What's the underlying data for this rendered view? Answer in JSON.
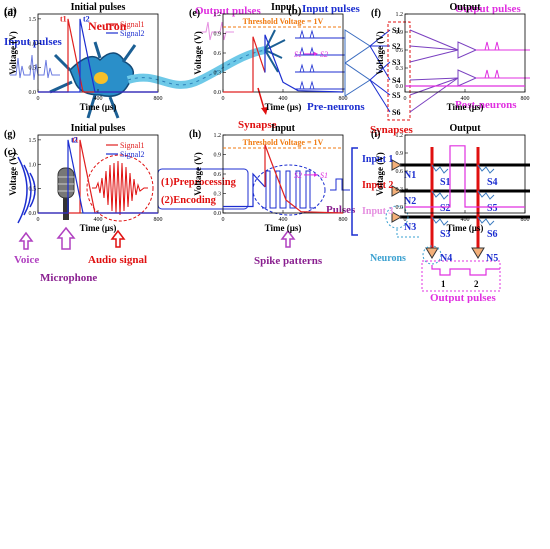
{
  "panel_a": {
    "label": "(a)",
    "input_pulses": "Input pulses",
    "neuron": "Neuron",
    "output_pulses": "Output pulses",
    "synapse": "Synapse"
  },
  "panel_b": {
    "label": "(b)",
    "input_pulses": "Input pulses",
    "output_pulses": "Output pulses",
    "synapse_labels": [
      "S1",
      "S2",
      "S3",
      "S4",
      "S5",
      "S6"
    ],
    "pre_neurons": "Pre-neurons",
    "synapses": "Synapses",
    "post_neurons": "Post-neurons"
  },
  "panel_c": {
    "label": "(c)",
    "voice": "Voice",
    "microphone": "Microphone",
    "audio_signal": "Audio signal",
    "step1": "(1)Preprocessing",
    "step2": "(2)Encoding",
    "spike_patterns": "Spike patterns",
    "pulses": "Pulses",
    "inputs": [
      "Input 1",
      "Input 2",
      "Input 3"
    ],
    "neurons_in": [
      "N1",
      "N2",
      "N3"
    ],
    "neurons_out": [
      "N4",
      "N5"
    ],
    "synapses": [
      "S1",
      "S2",
      "S3",
      "S4",
      "S5",
      "S6"
    ],
    "neurons": "Neurons",
    "output_pulses": "Output pulses",
    "out_numbers": [
      "1",
      "2"
    ]
  },
  "colors": {
    "signal1": "#e02020",
    "signal2": "#1c2ed0",
    "output": "#e030e0",
    "threshold": "#f07a10",
    "blue_text": "#1c2ed0",
    "magenta_text": "#e030e0",
    "red_text": "#e01010",
    "purple_text": "#8a2090"
  },
  "chart_data": [
    {
      "panel": "(d)",
      "type": "line",
      "title": "Initial pulses",
      "xlabel": "Time (μs)",
      "ylabel": "Voltage (V)",
      "xlim": [
        0,
        800
      ],
      "ylim": [
        0,
        1.6
      ],
      "xticks": [
        "0",
        "400",
        "800"
      ],
      "yticks": [
        "0.0",
        "0.5",
        "1.0",
        "1.5"
      ],
      "legend": [
        "Signal1",
        "Signal2"
      ],
      "legend_position": "top-right",
      "marks": [
        "t1",
        "t2"
      ],
      "series": [
        {
          "name": "Signal1",
          "x": [
            0,
            200,
            200,
            300,
            800
          ],
          "y": [
            0,
            0,
            1.5,
            0,
            0
          ]
        },
        {
          "name": "Signal2",
          "x": [
            0,
            280,
            280,
            380,
            800
          ],
          "y": [
            0,
            0,
            1.5,
            0,
            0
          ]
        }
      ]
    },
    {
      "panel": "(e)",
      "type": "line",
      "title": "Input",
      "xlabel": "Time (μs)",
      "ylabel": "Voltage (V)",
      "xlim": [
        0,
        800
      ],
      "ylim": [
        0,
        1.2
      ],
      "xticks": [
        "0",
        "400",
        "800"
      ],
      "yticks": [
        "0.0",
        "0.3",
        "0.6",
        "0.9",
        "1.2"
      ],
      "threshold": {
        "value": 1.0,
        "label": "Threshold Voltage = 1V"
      },
      "annotation": [
        "S1",
        "S2"
      ],
      "series": [
        {
          "name": "Signal1",
          "x": [
            0,
            200,
            200,
            280
          ],
          "y": [
            0,
            0,
            0.85,
            0.3
          ]
        },
        {
          "name": "Signal2",
          "x": [
            280,
            280,
            310,
            400,
            500,
            800
          ],
          "y": [
            0.3,
            0.88,
            0.7,
            0.15,
            0.02,
            0
          ]
        }
      ]
    },
    {
      "panel": "(f)",
      "type": "line",
      "title": "Output",
      "xlabel": "Time (μs)",
      "ylabel": "Voltage (V)",
      "xlim": [
        0,
        800
      ],
      "ylim": [
        -0.1,
        1.2
      ],
      "xticks": [
        "0",
        "400",
        "800"
      ],
      "yticks": [
        "0.0",
        "0.3",
        "0.6",
        "0.9",
        "1.2"
      ],
      "series": [
        {
          "name": "Output",
          "x": [
            0,
            800
          ],
          "y": [
            0,
            0
          ]
        }
      ]
    },
    {
      "panel": "(g)",
      "type": "line",
      "title": "Initial pulses",
      "xlabel": "Time (μs)",
      "ylabel": "Voltage (V)",
      "xlim": [
        0,
        800
      ],
      "ylim": [
        0,
        1.6
      ],
      "xticks": [
        "0",
        "400",
        "800"
      ],
      "yticks": [
        "0.0",
        "0.5",
        "1.0",
        "1.5"
      ],
      "legend": [
        "Signal1",
        "Signal2"
      ],
      "legend_position": "top-right",
      "marks": [
        "t1",
        "t2"
      ],
      "series": [
        {
          "name": "Signal1",
          "x": [
            0,
            280,
            280,
            380,
            800
          ],
          "y": [
            0,
            0,
            1.5,
            0,
            0
          ]
        },
        {
          "name": "Signal2",
          "x": [
            0,
            200,
            200,
            300,
            800
          ],
          "y": [
            0,
            0,
            1.5,
            0,
            0
          ]
        }
      ]
    },
    {
      "panel": "(h)",
      "type": "line",
      "title": "Input",
      "xlabel": "Time (μs)",
      "ylabel": "Voltage (V)",
      "xlim": [
        0,
        800
      ],
      "ylim": [
        0,
        1.2
      ],
      "xticks": [
        "0",
        "400",
        "800"
      ],
      "yticks": [
        "0.0",
        "0.3",
        "0.6",
        "0.9",
        "1.2"
      ],
      "threshold": {
        "value": 1.0,
        "label": "Threshold Voltage = 1V"
      },
      "annotation": [
        "S2",
        "S1"
      ],
      "series": [
        {
          "name": "Signal2",
          "x": [
            0,
            200,
            200,
            280
          ],
          "y": [
            0.1,
            0.1,
            0.6,
            0.4
          ]
        },
        {
          "name": "Signal1",
          "x": [
            280,
            280,
            320,
            420,
            520,
            800
          ],
          "y": [
            0.4,
            1.05,
            0.8,
            0.2,
            0.02,
            0
          ]
        }
      ]
    },
    {
      "panel": "(i)",
      "type": "line",
      "title": "Output",
      "xlabel": "Time (μs)",
      "ylabel": "Voltage (V)",
      "xlim": [
        0,
        800
      ],
      "ylim": [
        -0.1,
        1.2
      ],
      "xticks": [
        "0",
        "400",
        "800"
      ],
      "yticks": [
        "0.0",
        "0.3",
        "0.6",
        "0.9",
        "1.2"
      ],
      "series": [
        {
          "name": "Output",
          "x": [
            0,
            300,
            300,
            400,
            400,
            800
          ],
          "y": [
            0,
            0,
            1.02,
            1.02,
            0,
            0
          ]
        }
      ]
    }
  ]
}
